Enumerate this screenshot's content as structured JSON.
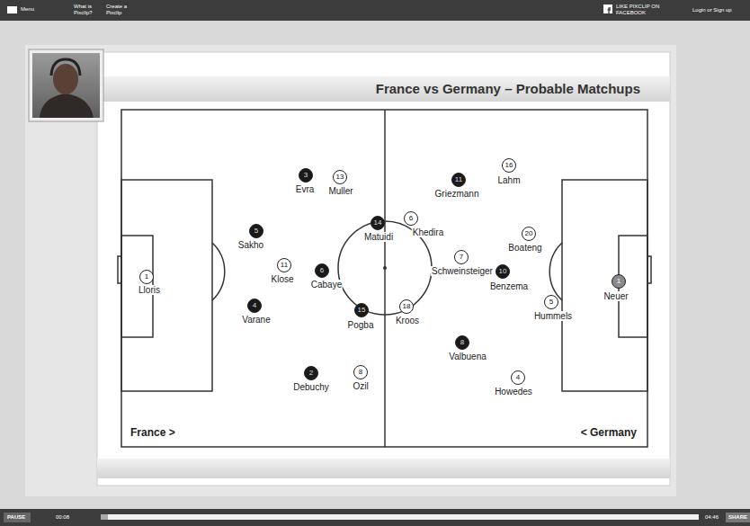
{
  "diagram": {
    "title": "France vs Germany – Probable Matchups",
    "nodes": [
      {
        "text": [
          "1",
          "Lloris"
        ]
      },
      {
        "text": [
          "3",
          "Evra"
        ]
      },
      {
        "text": [
          "5",
          "Sakho"
        ]
      },
      {
        "text": [
          "4",
          "Varane"
        ]
      },
      {
        "text": [
          "2",
          "Debuchy"
        ]
      },
      {
        "text": [
          "6",
          "Cabaye"
        ]
      },
      {
        "text": [
          "15",
          "Pogba"
        ]
      },
      {
        "text": [
          "14",
          "Matuidi"
        ]
      },
      {
        "text": [
          "11",
          "Griezmann"
        ]
      },
      {
        "text": [
          "8",
          "Valbuena"
        ]
      },
      {
        "text": [
          "10",
          "Benzema"
        ]
      },
      {
        "text": [
          "13",
          "Muller"
        ]
      },
      {
        "text": [
          "11",
          "Klose"
        ]
      },
      {
        "text": [
          "8",
          "Ozil"
        ]
      },
      {
        "text": [
          "6",
          "Khedira"
        ]
      },
      {
        "text": [
          "18",
          "Kroos"
        ]
      },
      {
        "text": [
          "7",
          "Schweinsteiger"
        ]
      },
      {
        "text": [
          "16",
          "Lahm"
        ]
      },
      {
        "text": [
          "20",
          "Boateng"
        ]
      },
      {
        "text": [
          "5",
          "Hummels"
        ]
      },
      {
        "text": [
          "4",
          "Howedes"
        ]
      },
      {
        "text": [
          "1",
          "Neuer"
        ]
      }
    ],
    "labels": [
      "Menu",
      "What is Pixclip?",
      "Create a Pixclip",
      "LIKE PIXCLIP ON FACEBOOK",
      "Login or Sign up",
      "France >",
      "< Germany",
      "PAUSE",
      "00:08",
      "04:46",
      "SHARE"
    ]
  }
}
